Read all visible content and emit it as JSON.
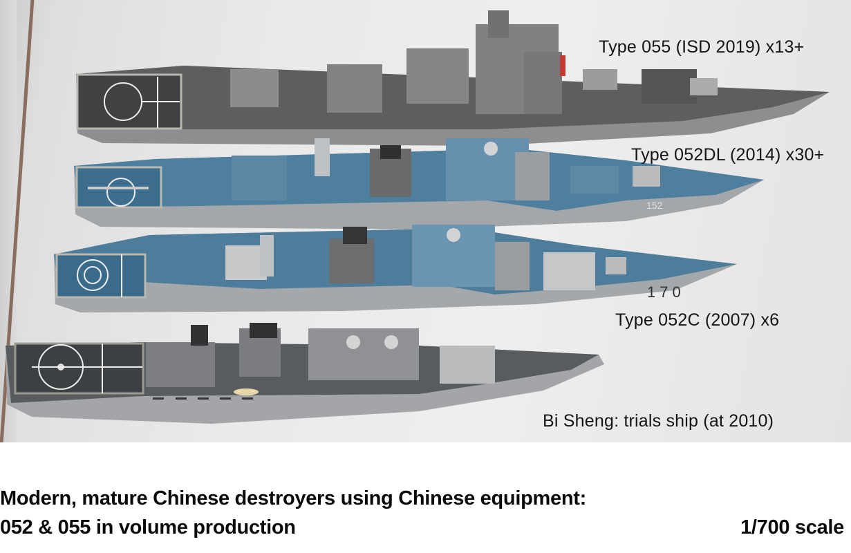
{
  "photo": {
    "subject": "1/700 scale models of Chinese destroyers",
    "ships": [
      {
        "label": "Type 055  (ISD 2019) x13+",
        "deck_color": "#5d5f61",
        "hull_color": "#8e9092",
        "hull_number": ""
      },
      {
        "label": "Type 052DL (2014) x30+",
        "deck_color": "#4f7f9e",
        "hull_color": "#a4a7aa",
        "hull_number": "152"
      },
      {
        "label": "Type 052C (2007) x6",
        "deck_color": "#4e7d9c",
        "hull_color": "#a5a8ab",
        "hull_number": "170"
      },
      {
        "label": "Bi Sheng: trials ship (at 2010)",
        "deck_color": "#5a5d60",
        "hull_color": "#a3a5a8",
        "hull_number": ""
      }
    ]
  },
  "caption": {
    "line1": "Modern, mature Chinese destroyers using Chinese equipment:",
    "line2": "052 & 055 in volume production",
    "scale": "1/700 scale"
  }
}
